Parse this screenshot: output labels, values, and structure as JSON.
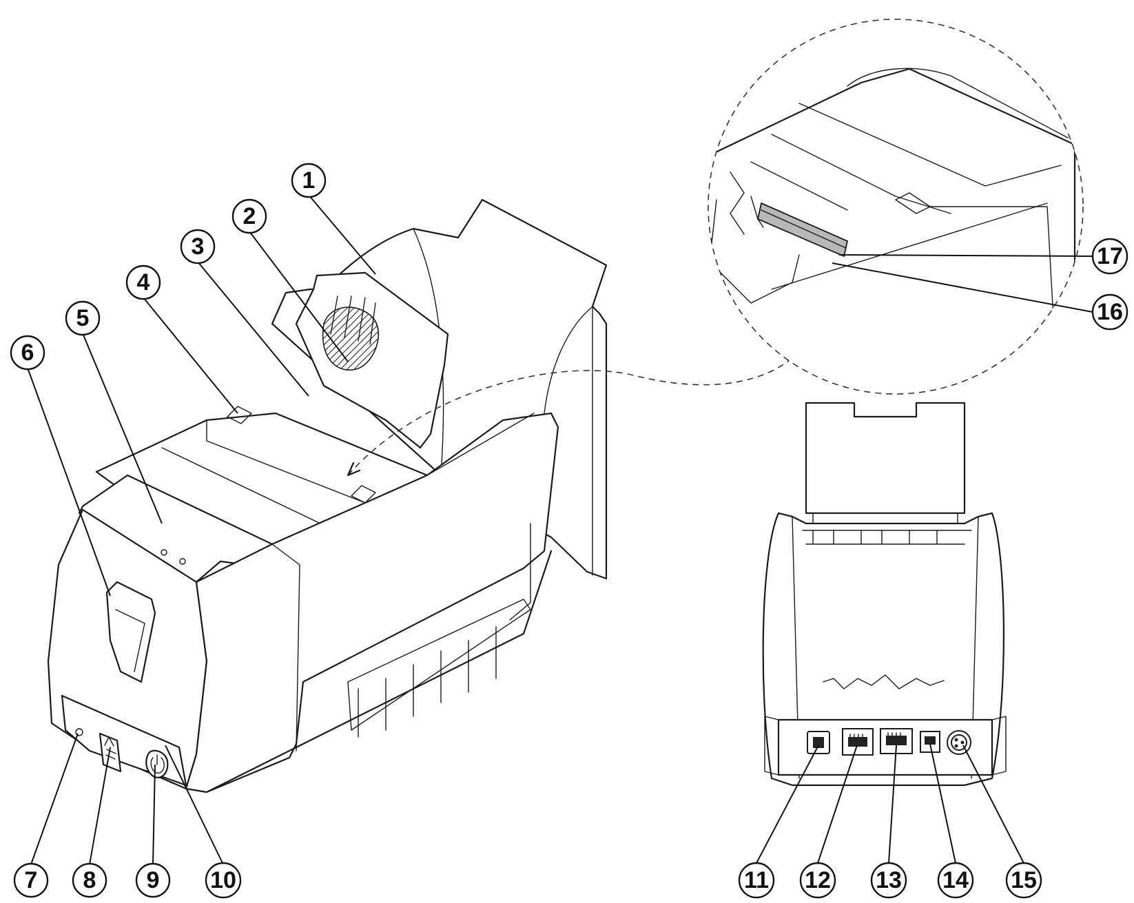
{
  "callouts": [
    {
      "id": "1",
      "label": "1"
    },
    {
      "id": "2",
      "label": "2"
    },
    {
      "id": "3",
      "label": "3"
    },
    {
      "id": "4",
      "label": "4"
    },
    {
      "id": "5",
      "label": "5"
    },
    {
      "id": "6",
      "label": "6"
    },
    {
      "id": "7",
      "label": "7"
    },
    {
      "id": "8",
      "label": "8"
    },
    {
      "id": "9",
      "label": "9"
    },
    {
      "id": "10",
      "label": "10"
    },
    {
      "id": "11",
      "label": "11"
    },
    {
      "id": "12",
      "label": "12"
    },
    {
      "id": "13",
      "label": "13"
    },
    {
      "id": "14",
      "label": "14"
    },
    {
      "id": "15",
      "label": "15"
    },
    {
      "id": "16",
      "label": "16"
    },
    {
      "id": "17",
      "label": "17"
    }
  ],
  "colors": {
    "line": "#1a1a1a",
    "background": "#ffffff",
    "highlight_grey": "#b8b8b8"
  }
}
